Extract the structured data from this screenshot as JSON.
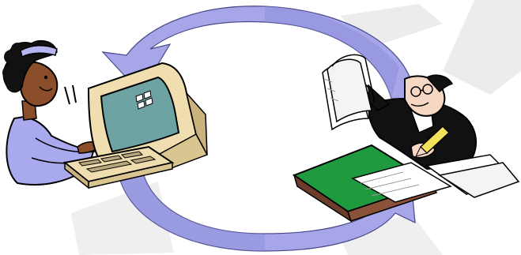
{
  "colors": {
    "background": "#ffffff",
    "watermark": "#ececec",
    "arrow_fill": "#a6a6e8",
    "arrow_shade": "#7f7fd0",
    "outline": "#000000",
    "shirt": "#a9a9ee",
    "skin_woman": "#8a4e2a",
    "hair": "#111111",
    "headband": "#b5b5ef",
    "monitor_body": "#f1deb0",
    "monitor_shadow": "#c9b27c",
    "screen": "#6ea3a3",
    "keyboard": "#efddaf",
    "keys": "#b8a77a",
    "paper": "#ffffff",
    "paper_shade": "#d8d8d8",
    "suit": "#111111",
    "skin_man": "#f6d7c4",
    "desk_green": "#1f9a3e",
    "desk_brown": "#6b3d2a",
    "pencil": "#f2e25a"
  },
  "icons": {
    "cycle": "circular-arrows-icon",
    "woman": "woman-at-computer-illustration",
    "computer": "desktop-computer-icon",
    "man": "businessman-with-papers-illustration",
    "watermark": "diagonal-watermark-shape"
  }
}
